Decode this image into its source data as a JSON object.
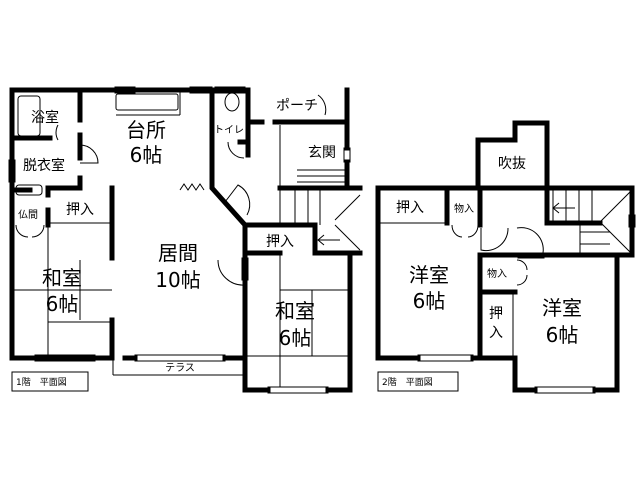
{
  "floor1": {
    "caption": "1階　平面図",
    "rooms": {
      "bath": "浴室",
      "kitchen": "台所",
      "kitchen_size": "6帖",
      "toilet": "トイレ",
      "porch": "ポーチ",
      "entrance": "玄関",
      "dressing": "脱衣室",
      "altar": "仏間",
      "closet_left": "押入",
      "closet_right": "押入",
      "living": "居間",
      "living_size": "10帖",
      "washitsu_left": "和室",
      "washitsu_left_size": "6帖",
      "washitsu_right": "和室",
      "washitsu_right_size": "6帖",
      "terrace": "テラス"
    }
  },
  "floor2": {
    "caption": "2階　平面図",
    "rooms": {
      "void": "吹抜",
      "closet_a": "押入",
      "storage_a": "物入",
      "storage_b": "物入",
      "closet_b_1": "押",
      "closet_b_2": "入",
      "youshitsu_left": "洋室",
      "youshitsu_left_size": "6帖",
      "youshitsu_right": "洋室",
      "youshitsu_right_size": "6帖"
    }
  }
}
